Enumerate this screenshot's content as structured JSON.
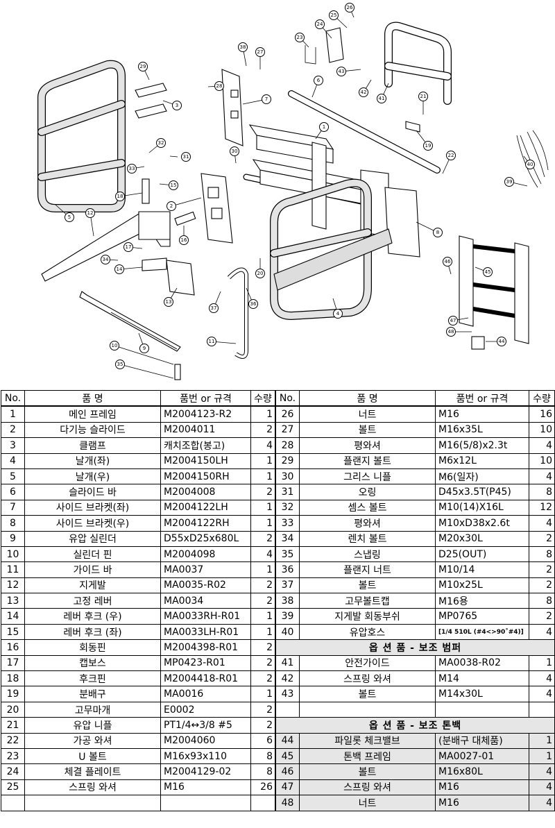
{
  "diagram": {
    "callouts": [
      "1",
      "2",
      "3",
      "4",
      "5",
      "6",
      "7",
      "8",
      "9",
      "10",
      "11",
      "12",
      "13",
      "14",
      "15",
      "16",
      "17",
      "18",
      "19",
      "20",
      "21",
      "22",
      "23",
      "24",
      "25",
      "26",
      "27",
      "28",
      "29",
      "30",
      "31",
      "32",
      "33",
      "34",
      "35",
      "36",
      "37",
      "38",
      "39",
      "40",
      "41",
      "42",
      "43",
      "44",
      "45",
      "46",
      "47",
      "48"
    ]
  },
  "table": {
    "headers": {
      "no": "No.",
      "name": "품    명",
      "code": "품번 or 규격",
      "qty": "수량"
    },
    "left_rows": [
      {
        "no": "1",
        "name": "메인 프레임",
        "code": "M2004123-R2",
        "qty": "1"
      },
      {
        "no": "2",
        "name": "다기능 슬라이드",
        "code": "M2004011",
        "qty": "2"
      },
      {
        "no": "3",
        "name": "클램프",
        "code": "캐치조합(봉고)",
        "qty": "4"
      },
      {
        "no": "4",
        "name": "날개(좌)",
        "code": "M2004150LH",
        "qty": "1"
      },
      {
        "no": "5",
        "name": "날개(우)",
        "code": "M2004150RH",
        "qty": "1"
      },
      {
        "no": "6",
        "name": "슬라이드 바",
        "code": "M2004008",
        "qty": "2"
      },
      {
        "no": "7",
        "name": "사이드 브라켓(좌)",
        "code": "M2004122LH",
        "qty": "1"
      },
      {
        "no": "8",
        "name": "사이드 브라켓(우)",
        "code": "M2004122RH",
        "qty": "1"
      },
      {
        "no": "9",
        "name": "유압 실린더",
        "code": "D55xD25x680L",
        "qty": "2"
      },
      {
        "no": "10",
        "name": "실린더 핀",
        "code": "M2004098",
        "qty": "4"
      },
      {
        "no": "11",
        "name": "가이드 바",
        "code": "MA0037",
        "qty": "1"
      },
      {
        "no": "12",
        "name": "지게발",
        "code": "MA0035-R02",
        "qty": "2"
      },
      {
        "no": "13",
        "name": "고정 레버",
        "code": "MA0034",
        "qty": "2"
      },
      {
        "no": "14",
        "name": "레버 후크 (우)",
        "code": "MA0033RH-R01",
        "qty": "1"
      },
      {
        "no": "15",
        "name": "레버 후크 (좌)",
        "code": "MA0033LH-R01",
        "qty": "1"
      },
      {
        "no": "16",
        "name": "회동핀",
        "code": "M2004398-R01",
        "qty": "2"
      },
      {
        "no": "17",
        "name": "캡보스",
        "code": "MP0423-R01",
        "qty": "2"
      },
      {
        "no": "18",
        "name": "후크핀",
        "code": "M2004418-R01",
        "qty": "2"
      },
      {
        "no": "19",
        "name": "분배구",
        "code": "MA0016",
        "qty": "1"
      },
      {
        "no": "20",
        "name": "고무마개",
        "code": "E0002",
        "qty": "2"
      },
      {
        "no": "21",
        "name": "유압 니플",
        "code": "PT1/4↔3/8 #5",
        "qty": "2"
      },
      {
        "no": "22",
        "name": "가공 와셔",
        "code": "M2004060",
        "qty": "6"
      },
      {
        "no": "23",
        "name": "U 볼트",
        "code": "M16x93x110",
        "qty": "8"
      },
      {
        "no": "24",
        "name": "체결 플레이트",
        "code": "M2004129-02",
        "qty": "8"
      },
      {
        "no": "25",
        "name": "스프링 와셔",
        "code": "M16",
        "qty": "26"
      }
    ],
    "right_rows": [
      {
        "no": "26",
        "name": "너트",
        "code": "M16",
        "qty": "16"
      },
      {
        "no": "27",
        "name": "볼트",
        "code": "M16x35L",
        "qty": "10"
      },
      {
        "no": "28",
        "name": "평와셔",
        "code": "M16(5/8)x2.3t",
        "qty": "4"
      },
      {
        "no": "29",
        "name": "플랜지 볼트",
        "code": "M6x12L",
        "qty": "10"
      },
      {
        "no": "30",
        "name": "그리스 니플",
        "code": "M6(일자)",
        "qty": "4"
      },
      {
        "no": "31",
        "name": "오링",
        "code": "D45x3.5T(P45)",
        "qty": "8"
      },
      {
        "no": "32",
        "name": "셈스 볼트",
        "code": "M10(14)X16L",
        "qty": "12"
      },
      {
        "no": "33",
        "name": "평와셔",
        "code": "M10xD38x2.6t",
        "qty": "4"
      },
      {
        "no": "34",
        "name": "렌치 볼트",
        "code": "M20x30L",
        "qty": "2"
      },
      {
        "no": "35",
        "name": "스냅링",
        "code": "D25(OUT)",
        "qty": "8"
      },
      {
        "no": "36",
        "name": "플랜지 너트",
        "code": "M10/14",
        "qty": "2"
      },
      {
        "no": "37",
        "name": "볼트",
        "code": "M10x25L",
        "qty": "2"
      },
      {
        "no": "38",
        "name": "고무볼트캡",
        "code": "M16용",
        "qty": "8"
      },
      {
        "no": "39",
        "name": "지게발 회동부쉬",
        "code": "MP0765",
        "qty": "2"
      },
      {
        "no": "40",
        "name": "유압호스",
        "code": "[1/4 510L (#4<>90˚#4)]",
        "qty": "4"
      }
    ],
    "section_bumper": "옵 션 품 - 보조 범퍼",
    "bumper_rows": [
      {
        "no": "41",
        "name": "안전가이드",
        "code": "MA0038-R02",
        "qty": "1"
      },
      {
        "no": "42",
        "name": "스프링 와셔",
        "code": "M14",
        "qty": "4"
      },
      {
        "no": "43",
        "name": "볼트",
        "code": "M14x30L",
        "qty": "4"
      }
    ],
    "section_tonback": "옵 션 품 - 보조 톤백",
    "tonback_rows": [
      {
        "no": "44",
        "name": "파일롯 체크밸브",
        "code": "(분배구 대체품)",
        "qty": "1"
      },
      {
        "no": "45",
        "name": "톤백 프레임",
        "code": "MA0027-01",
        "qty": "1"
      },
      {
        "no": "46",
        "name": "볼트",
        "code": "M16x80L",
        "qty": "4"
      },
      {
        "no": "47",
        "name": "스프링 와셔",
        "code": "M16",
        "qty": "4"
      },
      {
        "no": "48",
        "name": "너트",
        "code": "M16",
        "qty": "4"
      }
    ]
  }
}
